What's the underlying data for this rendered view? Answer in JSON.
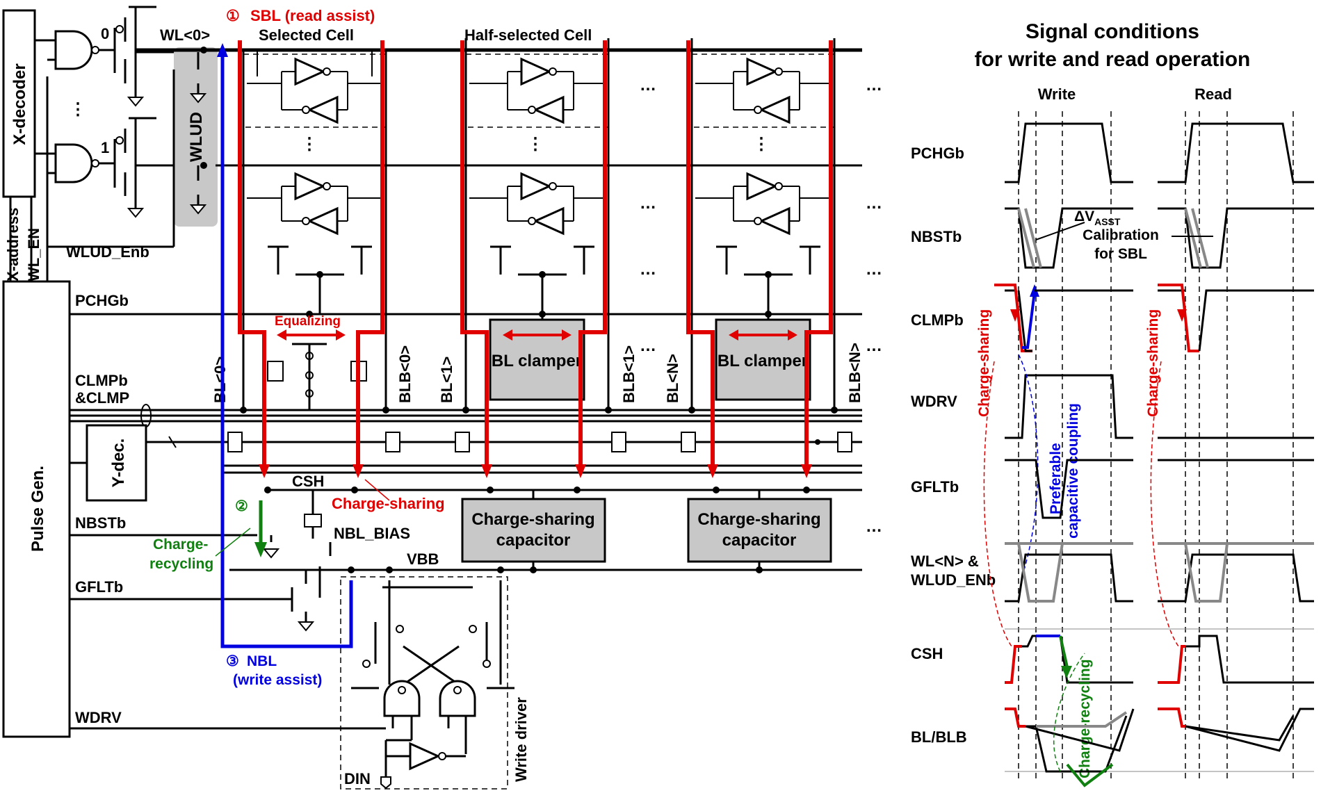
{
  "circuit": {
    "x_decoder": "X-decoder",
    "x_address": "X-address",
    "wl_en": "WL_EN",
    "pulse_gen": "Pulse Gen.",
    "y_dec": "Y-dec.",
    "wl0": "WL<0>",
    "row0": "0",
    "row1": "1",
    "wlud": "WLUD",
    "wlud_enb": "WLUD_Enb",
    "pchgb": "PCHGb",
    "clmpb": "CLMPb",
    "clmp": "&CLMP",
    "nbstb": "NBSTb",
    "gfltb": "GFLTb",
    "wdrv": "WDRV",
    "sbl_num": "①",
    "sbl": "SBL (read assist)",
    "selected_cell": "Selected Cell",
    "half_selected_cell": "Half-selected Cell",
    "equalizing": "Equalizing",
    "bl0": "BL<0>",
    "blb0": "BLB<0>",
    "bl1": "BL<1>",
    "blb1": "BLB<1>",
    "bln": "BL<N>",
    "blbn": "BLB<N>",
    "bl_clamper": "BL clamper",
    "csh": "CSH",
    "charge_sharing": "Charge-sharing",
    "charge_sharing_capacitor_1": "Charge-sharing",
    "charge_sharing_capacitor_2": "capacitor",
    "nbl_bias": "NBL_BIAS",
    "vbb": "VBB",
    "recycle_num": "②",
    "charge_recycling_1": "Charge-",
    "charge_recycling_2": "recycling",
    "nbl_num": "③",
    "nbl": "NBL",
    "write_assist": "(write assist)",
    "write_driver": "Write driver",
    "din": "DIN",
    "dots": "…",
    "vdots": "⋮"
  },
  "timing": {
    "title_1": "Signal conditions",
    "title_2": "for write and read operation",
    "col_write": "Write",
    "col_read": "Read",
    "signals": [
      "PCHGb",
      "NBSTb",
      "CLMPb",
      "WDRV",
      "GFLTb",
      "WL<N> &",
      "WLUD_ENb",
      "CSH",
      "BL/BLB"
    ],
    "delta_v": "ΔV",
    "delta_v_sub": "ASST",
    "calibration": "Calibration",
    "for_sbl": "for SBL",
    "charge_sharing": "Charge-sharing",
    "preferable_1": "Preferable",
    "preferable_2": "capacitive coupling",
    "charge_recycling": "Charge-recycling"
  },
  "colors": {
    "red": "#e00000",
    "blue": "#0000e0",
    "green": "#108010",
    "gray_box": "#c8c8c8"
  }
}
